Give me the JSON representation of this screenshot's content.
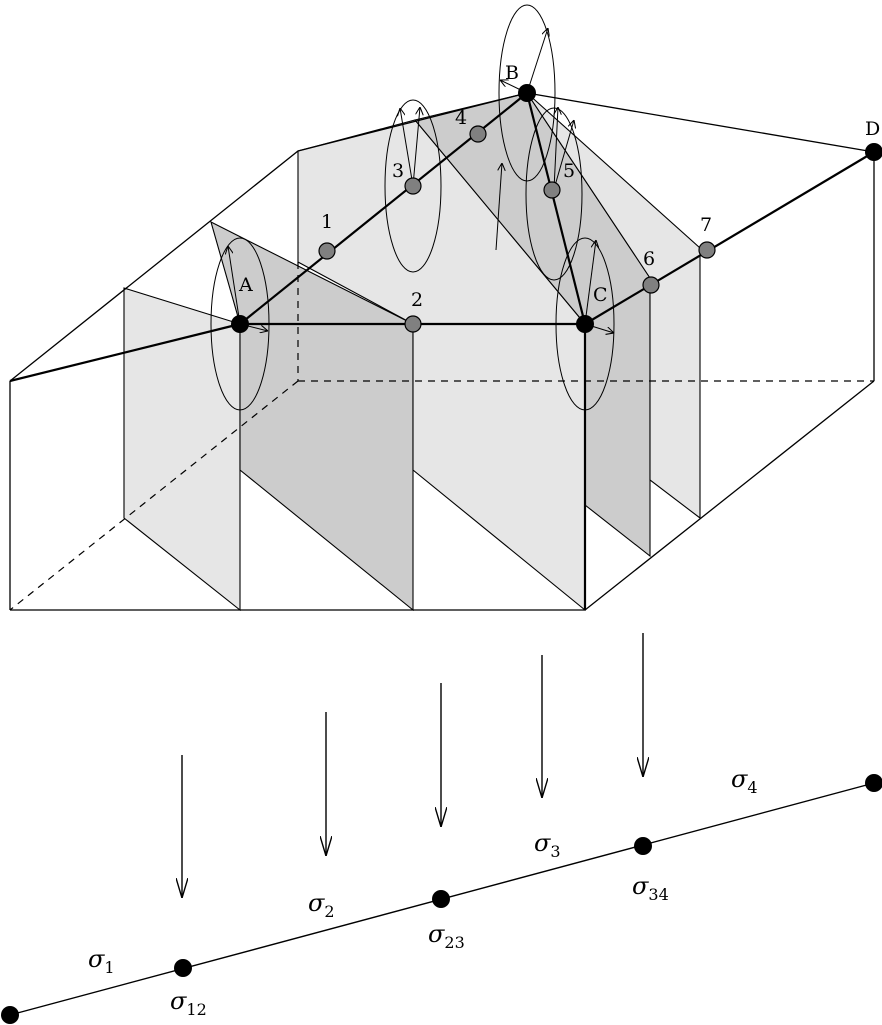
{
  "vertices": [
    {
      "id": "A",
      "label": "A"
    },
    {
      "id": "B",
      "label": "B"
    },
    {
      "id": "C",
      "label": "C"
    },
    {
      "id": "D",
      "label": "D"
    }
  ],
  "edge_points": [
    "1",
    "2",
    "3",
    "4",
    "5",
    "6",
    "7"
  ],
  "strata_labels": [
    {
      "base": "σ",
      "sub": "1"
    },
    {
      "base": "σ",
      "sub": "2"
    },
    {
      "base": "σ",
      "sub": "3"
    },
    {
      "base": "σ",
      "sub": "4"
    }
  ],
  "wall_labels": [
    {
      "base": "σ",
      "sub": "12"
    },
    {
      "base": "σ",
      "sub": "23"
    },
    {
      "base": "σ",
      "sub": "34"
    }
  ],
  "colors": {
    "light_wall": "#e6e6e6",
    "dark_wall": "#cccccc",
    "grey_point": "#808080",
    "black_point": "#000000",
    "line": "#000000"
  }
}
